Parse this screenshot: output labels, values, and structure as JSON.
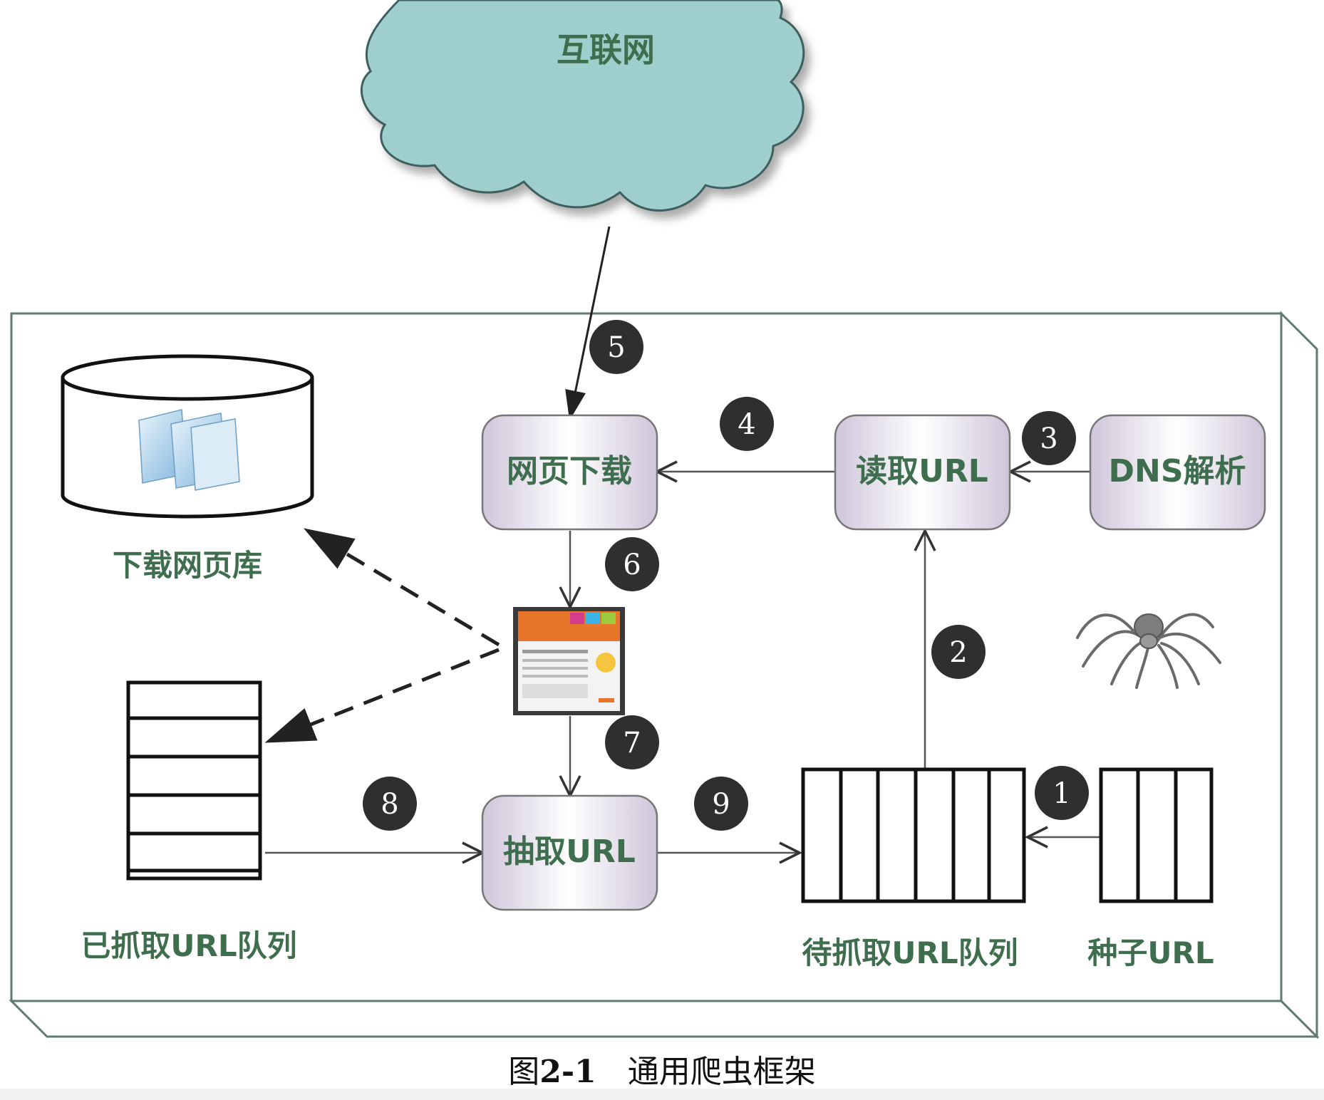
{
  "internet": {
    "label": "互联网"
  },
  "nodes": {
    "page_download": "网页下载",
    "read_url": "读取URL",
    "dns": "DNS解析",
    "extract_url": "抽取URL"
  },
  "stores": {
    "page_library": "下载网页库",
    "fetched_queue": "已抓取URL队列",
    "pending_queue": "待抓取URL队列",
    "seed_urls": "种子URL"
  },
  "steps": [
    "1",
    "2",
    "3",
    "4",
    "5",
    "6",
    "7",
    "8",
    "9"
  ],
  "caption": {
    "figure_no": "2-1",
    "prefix": "图",
    "title": "通用爬虫框架"
  },
  "colors": {
    "cloud": "#9fcfcc",
    "label_green": "#3f6e4e",
    "node_fill_edge": "#cfc6d9",
    "badge": "#2f2f2f",
    "frame_line": "#5f7a6e"
  }
}
